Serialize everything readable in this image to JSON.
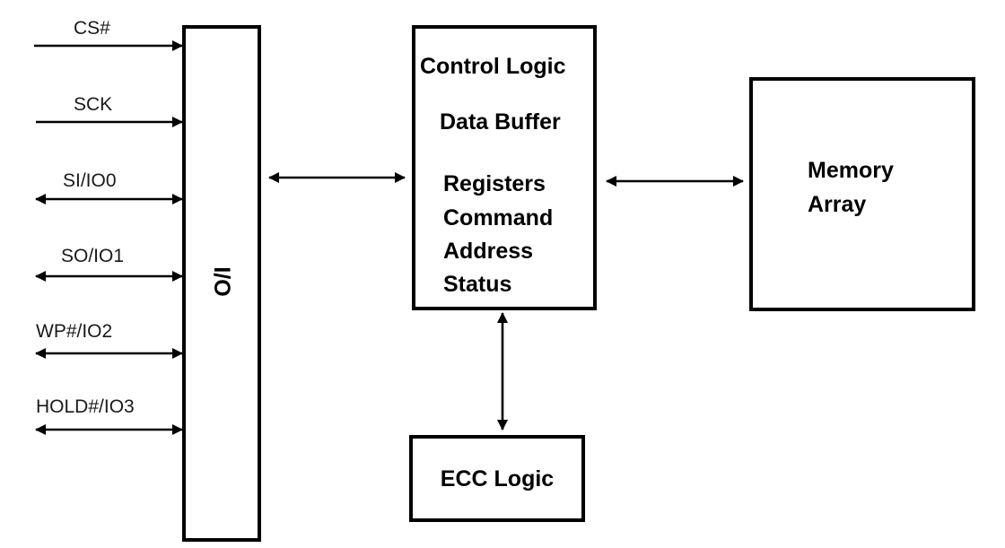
{
  "signals": [
    {
      "label": "CS#",
      "direction": "in"
    },
    {
      "label": "SCK",
      "direction": "in"
    },
    {
      "label": "SI/IO0",
      "direction": "bidirectional"
    },
    {
      "label": "SO/IO1",
      "direction": "bidirectional"
    },
    {
      "label": "WP#/IO2",
      "direction": "bidirectional"
    },
    {
      "label": "HOLD#/IO3",
      "direction": "bidirectional"
    }
  ],
  "io_block": {
    "label": "I/O"
  },
  "control_block": {
    "title": "Control Logic",
    "data_buffer": "Data Buffer",
    "lines": [
      "Registers",
      "Command",
      "Address",
      "Status"
    ]
  },
  "memory_block": {
    "lines": [
      "Memory",
      "Array"
    ]
  },
  "ecc_block": {
    "label": "ECC Logic"
  },
  "colors": {
    "stroke": "#000000",
    "background": "#ffffff"
  }
}
